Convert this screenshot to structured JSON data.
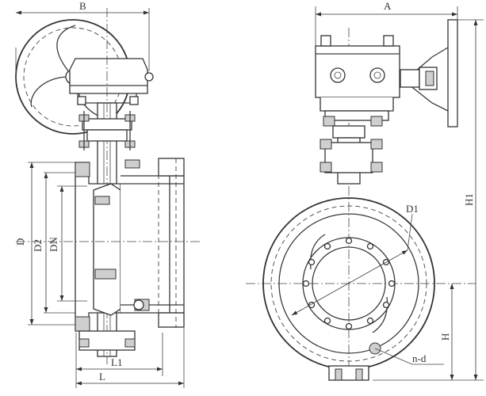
{
  "labels": {
    "B": "B",
    "A": "A",
    "D": "D",
    "D2": "D2",
    "DN": "DN",
    "L1": "L1",
    "L": "L",
    "D1": "D1",
    "H1": "H1",
    "H": "H",
    "nd": "n-d"
  },
  "colors": {
    "line": "#333333",
    "background": "#ffffff"
  }
}
